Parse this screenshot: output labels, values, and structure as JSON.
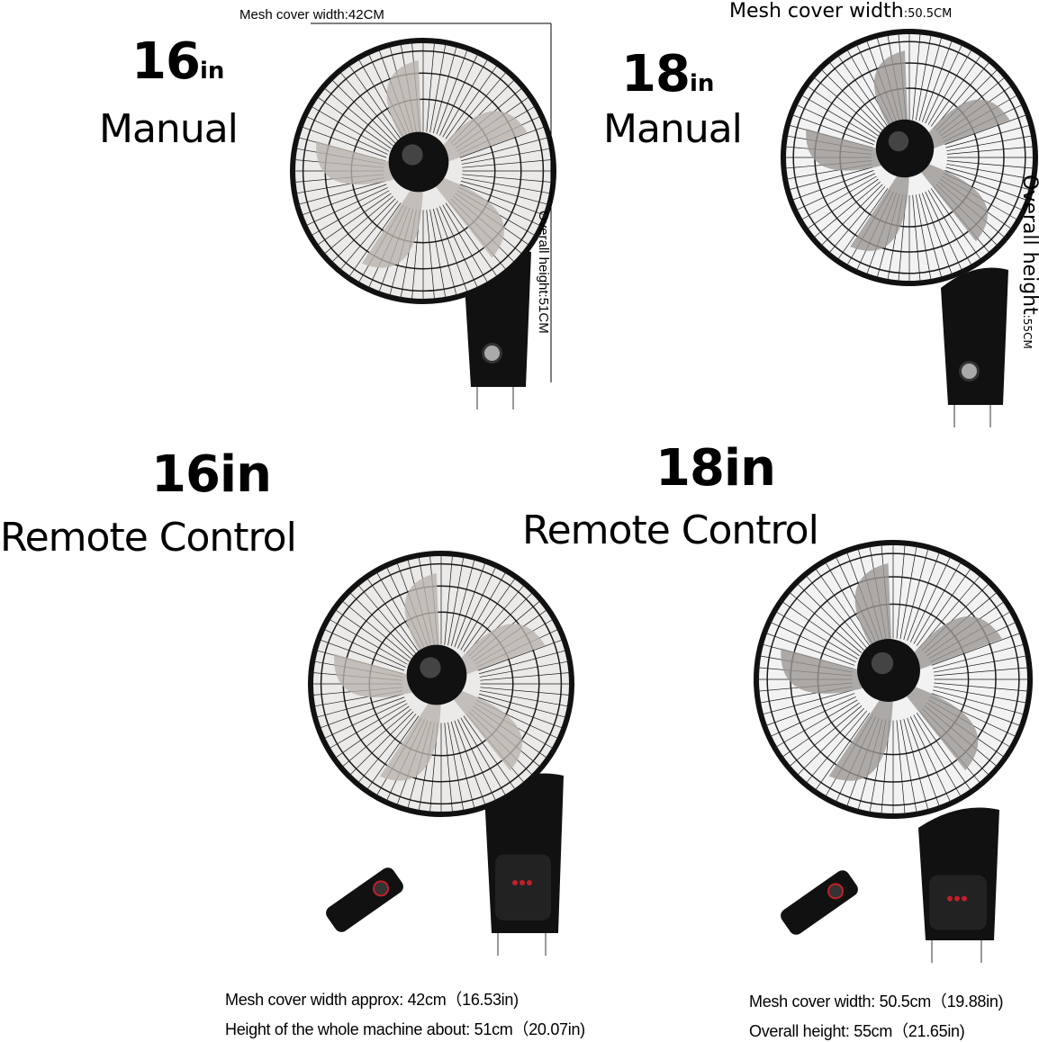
{
  "variants": [
    {
      "size": "16",
      "size_unit": "in",
      "control": "Manual",
      "mesh_label": "Mesh cover width:42CM",
      "height_label": "Overall height:51CM"
    },
    {
      "size": "18",
      "size_unit": "in",
      "control": "Manual",
      "mesh_label_main": "Mesh cover width",
      "mesh_label_value": ":50.5CM",
      "height_label_main": "Overall height",
      "height_label_value": ":55CM"
    },
    {
      "size": "16in",
      "control": "Remote Control",
      "spec_line1": "Mesh cover width approx: 42cm（16.53in)",
      "spec_line2": "Height of the whole machine about: 51cm（20.07in)"
    },
    {
      "size": "18in",
      "control": "Remote Control",
      "spec_line1": "Mesh cover width: 50.5cm（19.88in)",
      "spec_line2": "Overall height: 55cm（21.65in)"
    }
  ],
  "colors": {
    "fan_body": "#111111",
    "grille": "#1a1a1a",
    "blade": "#b9b3ad",
    "display_red": "#c0202a"
  }
}
